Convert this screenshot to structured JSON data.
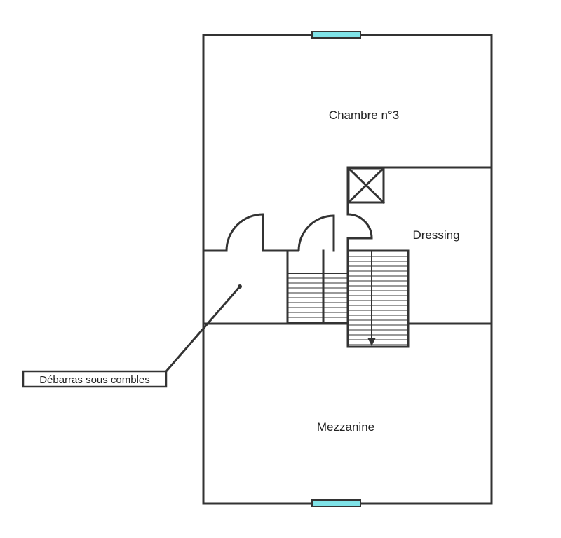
{
  "rooms": {
    "chambre": "Chambre n°3",
    "dressing": "Dressing",
    "mezzanine": "Mezzanine"
  },
  "callout": {
    "debarras": "Débarras sous combles"
  },
  "colors": {
    "wall": "#333333",
    "window": "#7fe3e8",
    "background": "#ffffff"
  }
}
